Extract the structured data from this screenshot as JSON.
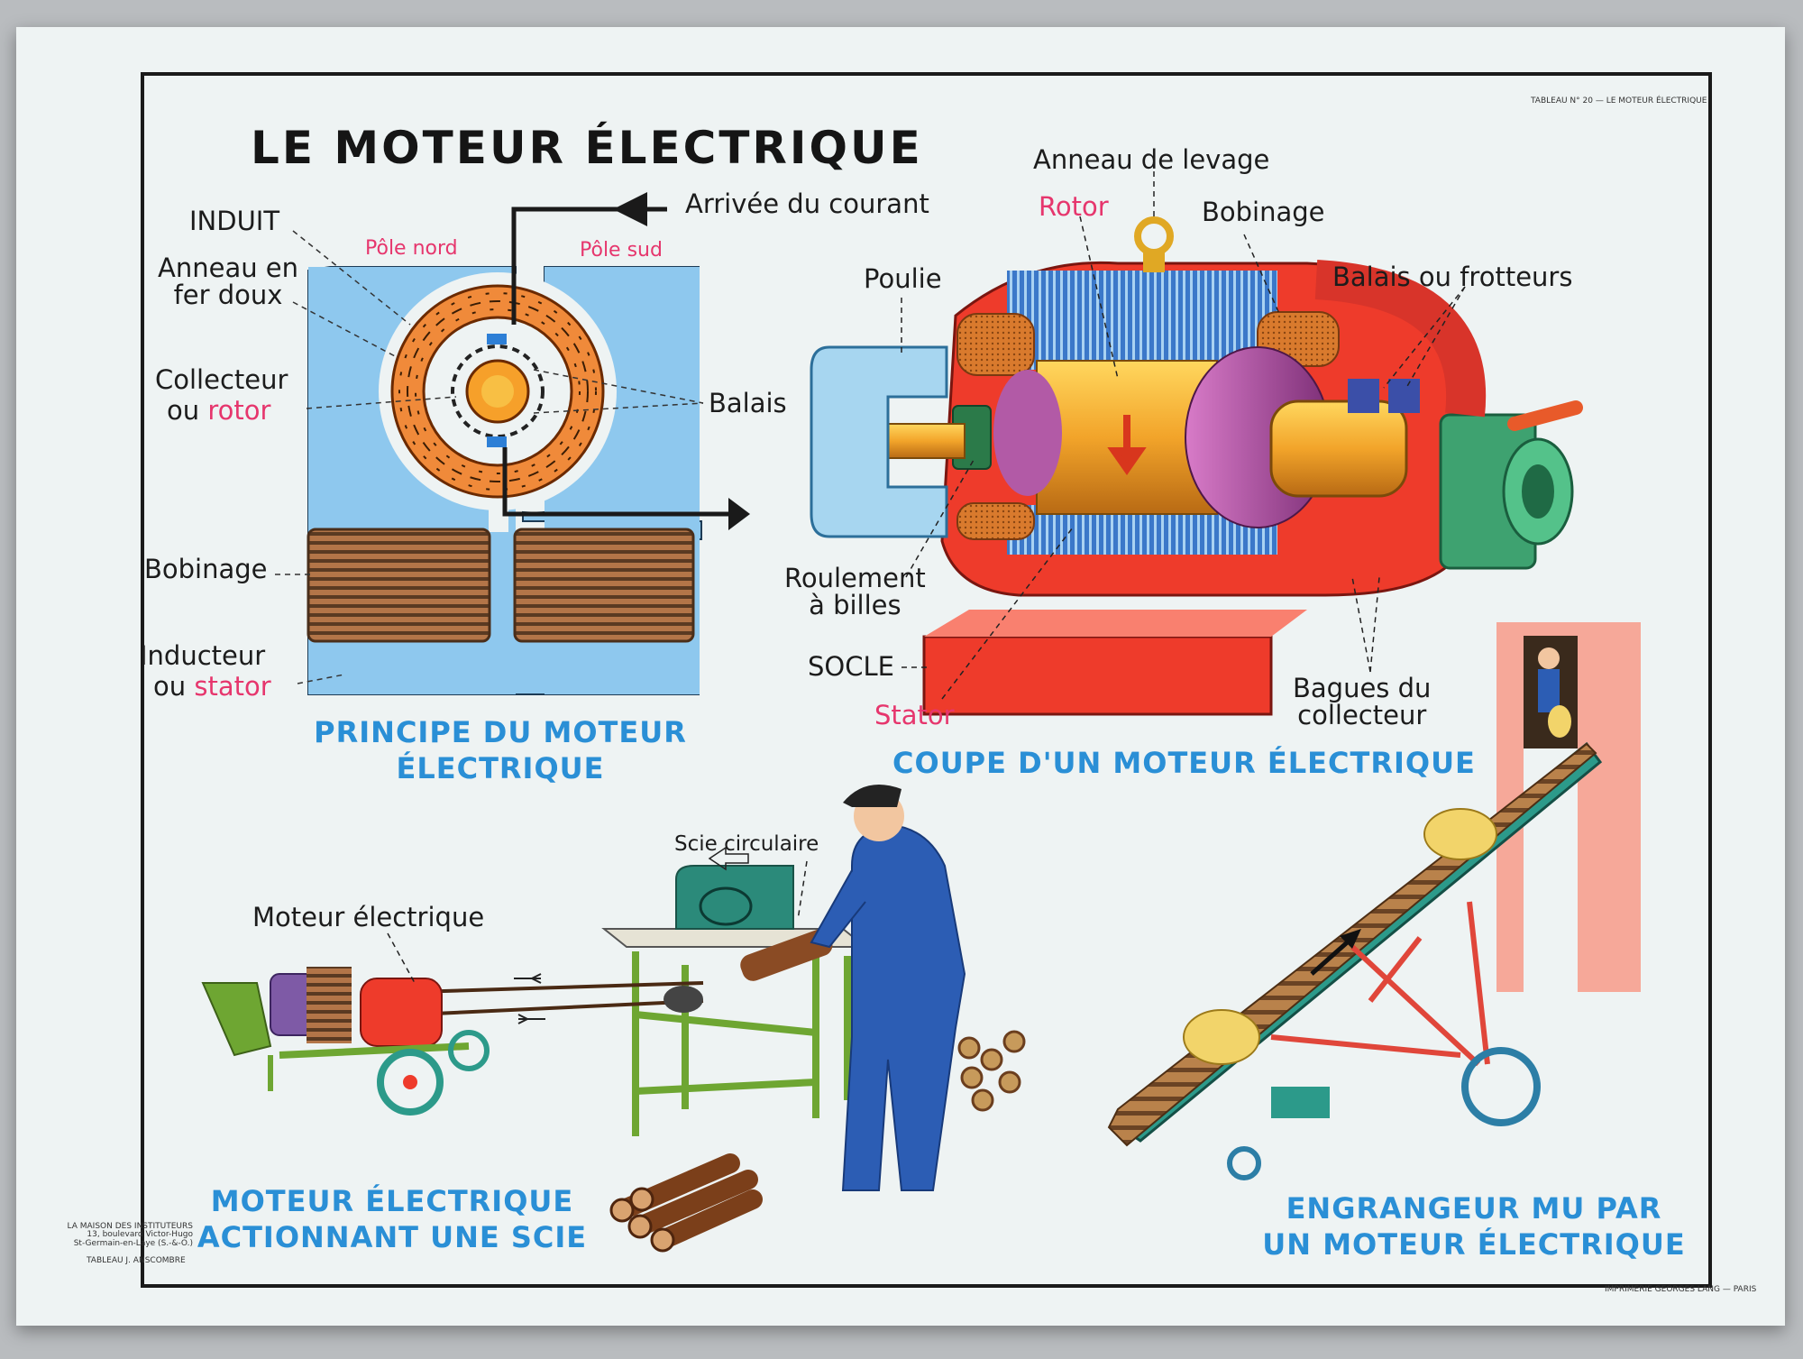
{
  "title": "LE MOTEUR ÉLECTRIQUE",
  "top_right_note": "TABLEAU N° 20 — LE MOTEUR ÉLECTRIQUE",
  "principe": {
    "caption": "PRINCIPE DU MOTEUR\nÉLECTRIQUE",
    "induit": "INDUIT",
    "anneau": "Anneau en\nfer doux",
    "collecteur": "Collecteur",
    "ou": "ou ",
    "rotor": "rotor",
    "pole_nord": "Pôle nord",
    "pole_sud": "Pôle sud",
    "arrivee": "Arrivée du courant",
    "balais": "Balais",
    "bobinage": "Bobinage",
    "inducteur": "Inducteur",
    "stator": "stator"
  },
  "coupe": {
    "caption": "COUPE D'UN MOTEUR ÉLECTRIQUE",
    "anneau_levage": "Anneau de levage",
    "rotor": "Rotor",
    "bobinage": "Bobinage",
    "poulie": "Poulie",
    "balais_frotteurs": "Balais ou frotteurs",
    "roulement": "Roulement\nà billes",
    "socle": "SOCLE",
    "stator": "Stator",
    "bagues": "Bagues du\ncollecteur"
  },
  "scie": {
    "caption": "MOTEUR ÉLECTRIQUE\nACTIONNANT UNE SCIE",
    "scie_circulaire": "Scie circulaire",
    "moteur": "Moteur électrique"
  },
  "engrangeur": {
    "caption": "ENGRANGEUR MU PAR\nUN MOTEUR ÉLECTRIQUE"
  },
  "publisher": "LA MAISON DES INSTITUTEURS\n13, boulevard Victor-Hugo\nSt-Germain-en-Laye (S.-&-O.)",
  "author": "TABLEAU J. ANSCOMBRE",
  "printer": "IMPRIMERIE GEORGES LANG — PARIS",
  "colors": {
    "poster_bg": "#eef3f3",
    "stator_blue": "#8ec8ee",
    "coil_orange": "#f08a3a",
    "motor_red": "#ee3b2b",
    "label_pink": "#e6366d",
    "caption_blue": "#2a8fd6"
  }
}
